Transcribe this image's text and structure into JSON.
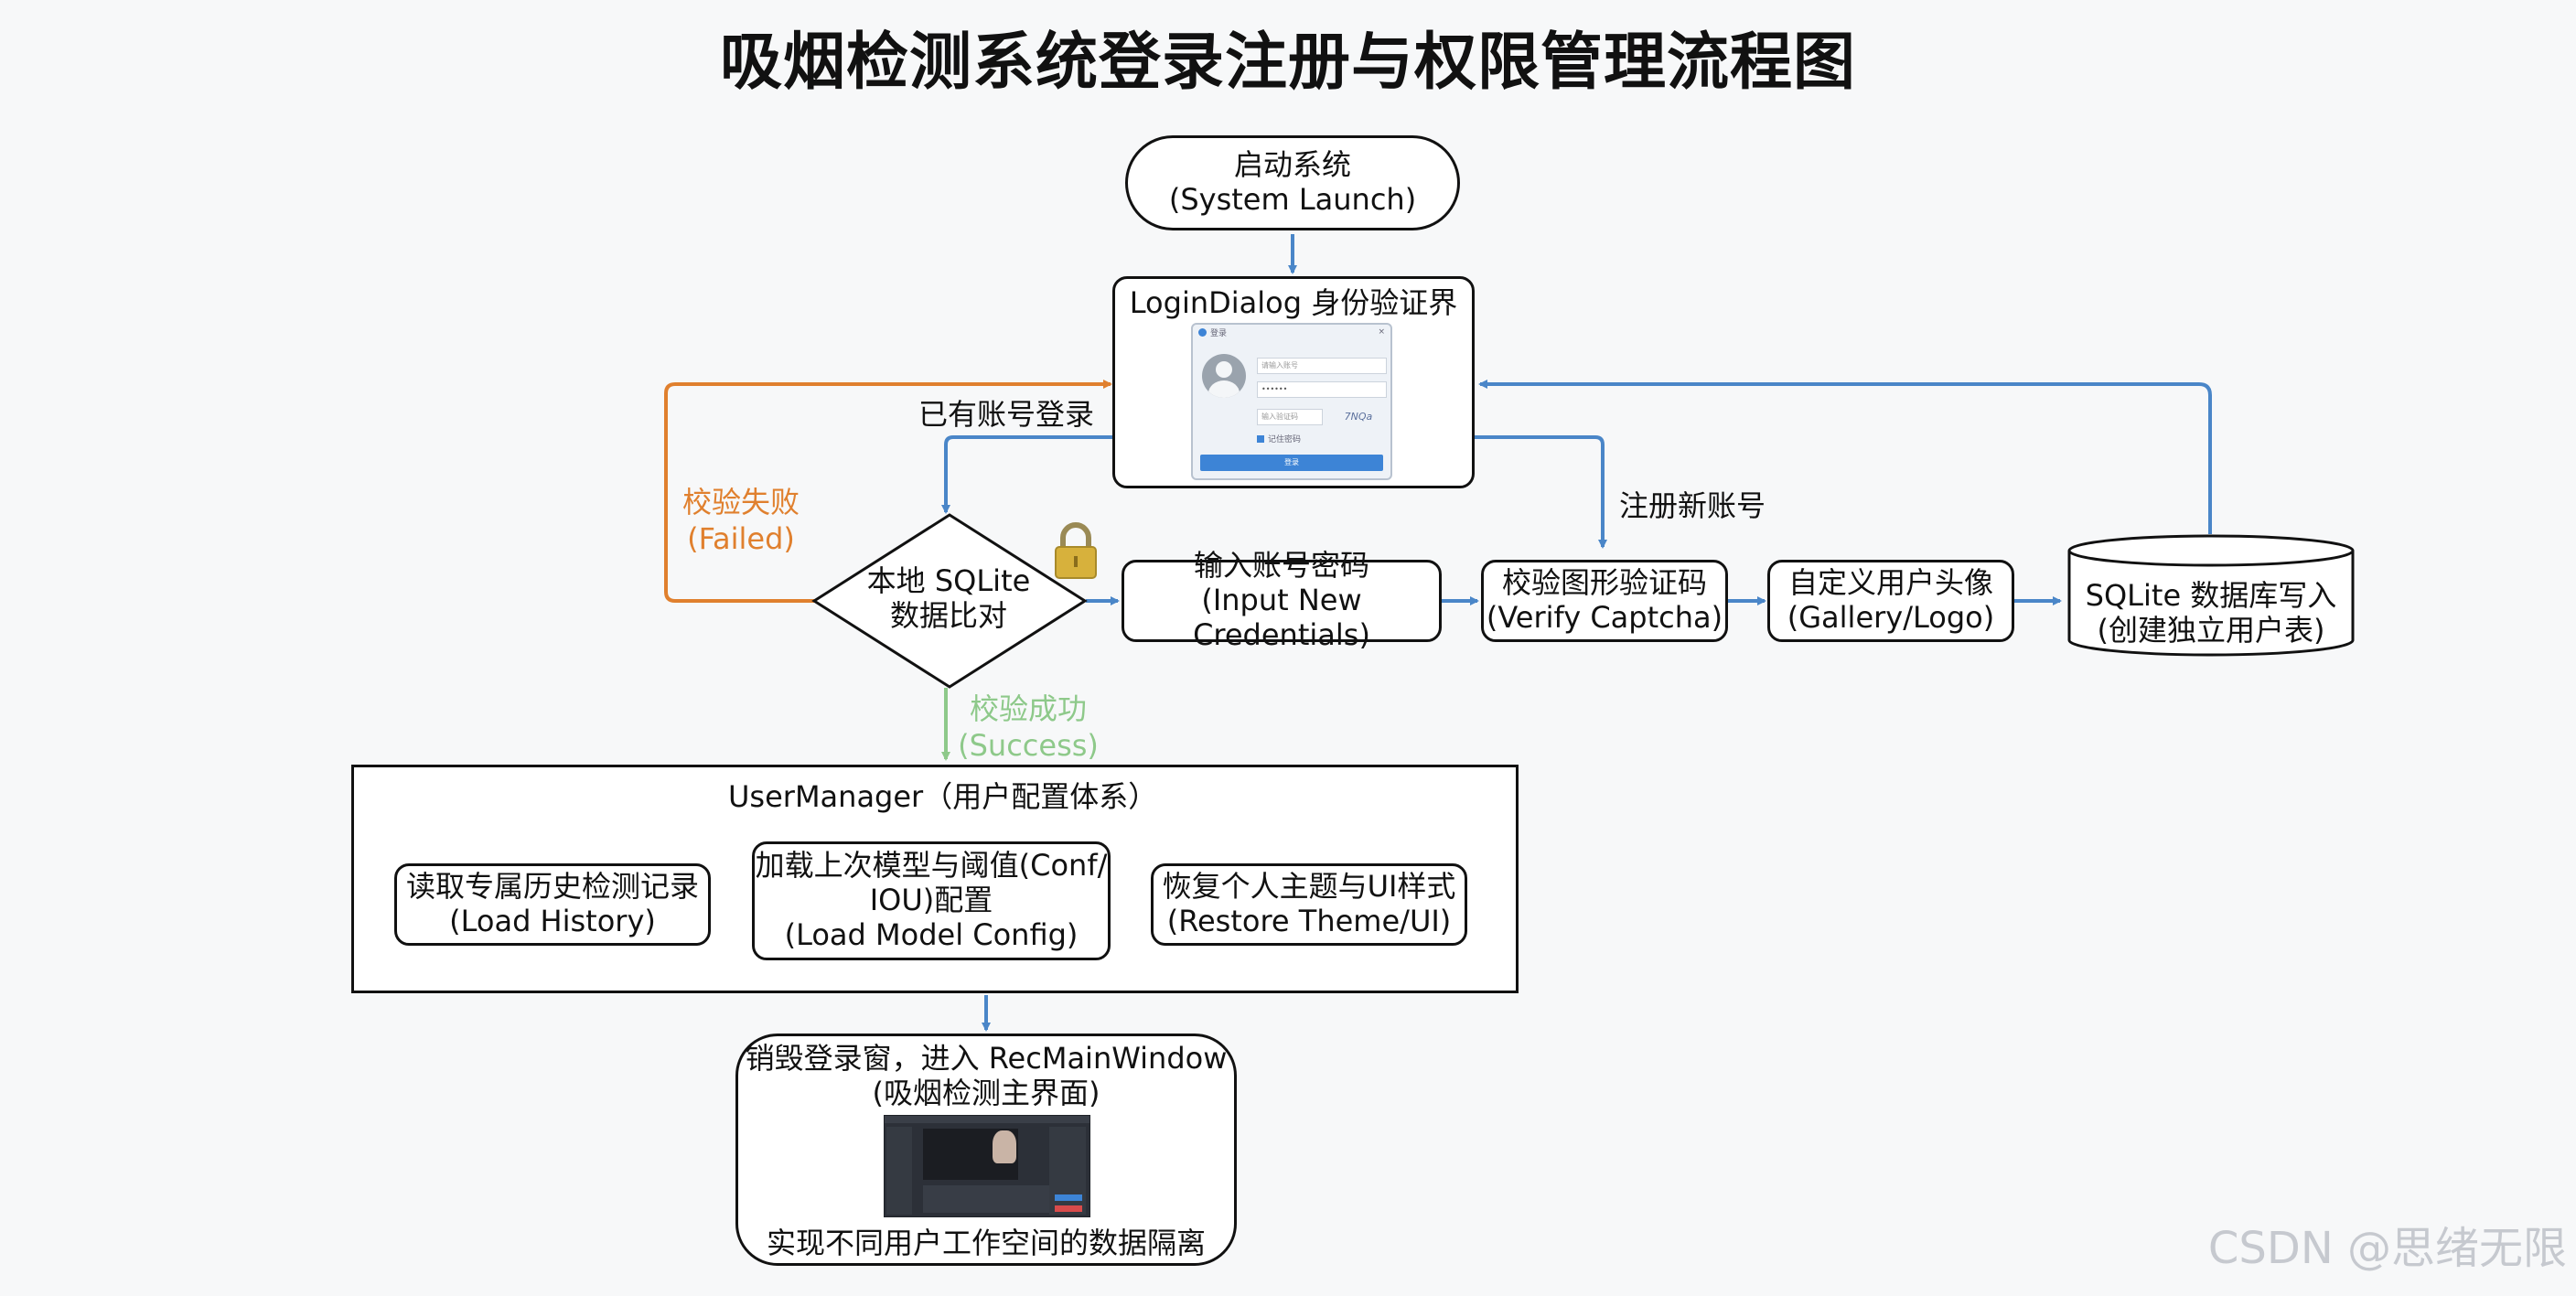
{
  "title": "吸烟检测系统登录注册与权限管理流程图",
  "nodes": {
    "start": {
      "line1": "启动系统",
      "line2": "(System Launch)"
    },
    "login": {
      "label": "LoginDialog 身份验证界面"
    },
    "compare": {
      "line1": "本地 SQLite",
      "line2": "数据比对"
    },
    "input": {
      "line1": "输入账号密码",
      "line2": "(Input New Credentials)"
    },
    "captcha": {
      "line1": "校验图形验证码",
      "line2": "(Verify Captcha)"
    },
    "avatar": {
      "line1": "自定义用户头像",
      "line2": "(Gallery/Logo)"
    },
    "db": {
      "line1": "SQLite 数据库写入",
      "line2": "(创建独立用户表)"
    },
    "usermanager": {
      "title": "UserManager（用户配置体系）"
    },
    "history": {
      "line1": "读取专属历史检测记录",
      "line2": "(Load History)"
    },
    "model": {
      "line1": "加载上次模型与阈值(Conf/",
      "line2": "IOU)配置",
      "line3": "(Load Model Config)"
    },
    "theme": {
      "line1": "恢复个人主题与UI样式",
      "line2": "(Restore Theme/UI)"
    },
    "main": {
      "line1": "销毁登录窗，进入 RecMainWindow",
      "line2": "(吸烟检测主界面)",
      "caption": "实现不同用户工作空间的数据隔离"
    }
  },
  "edge_labels": {
    "existing": "已有账号登录",
    "register": "注册新账号",
    "failed_1": "校验失败",
    "failed_2": "(Failed)",
    "success_1": "校验成功",
    "success_2": "(Success)"
  },
  "login_dialog": {
    "window_title": "登录",
    "close": "×",
    "username_placeholder": "请输入账号",
    "password_value": "••••••",
    "captcha_placeholder": "输入验证码",
    "captcha_image": "7NQa",
    "remember_label": "记住密码",
    "button": "登录"
  },
  "watermark": "CSDN @思绪无限",
  "colors": {
    "blue": "#4a86c8",
    "orange": "#e0802e",
    "green": "#8ec98a",
    "lock": "#d7b13c"
  },
  "icons": {
    "lock": "lock-icon",
    "avatar": "user-avatar-icon"
  }
}
